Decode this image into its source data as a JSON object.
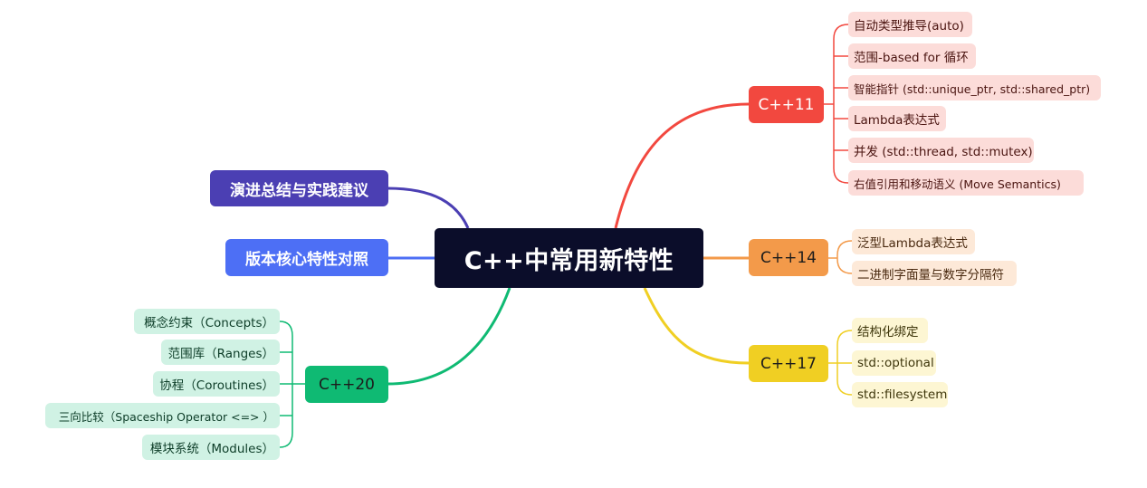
{
  "root": {
    "label": "C++中常用新特性"
  },
  "colors": {
    "root": "#0b0d2a",
    "cpp11": "#f2483f",
    "cpp11_leaf": "#fcdcd9",
    "cpp14": "#f39a4a",
    "cpp14_leaf": "#fde9d8",
    "cpp17": "#f0cf23",
    "cpp17_leaf": "#fdf6d3",
    "cpp20": "#0fba73",
    "cpp20_leaf": "#d0f2e4",
    "summary": "#4b3fb3",
    "compare": "#4d6ff5"
  },
  "branches": {
    "cpp11": {
      "label": "C++11",
      "items": [
        "自动类型推导(auto)",
        "范围-based for 循环",
        "智能指针 (std::unique_ptr, std::shared_ptr)",
        "Lambda表达式",
        "并发 (std::thread, std::mutex)",
        "右值引用和移动语义 (Move Semantics)"
      ]
    },
    "cpp14": {
      "label": "C++14",
      "items": [
        "泛型Lambda表达式",
        "二进制字面量与数字分隔符"
      ]
    },
    "cpp17": {
      "label": "C++17",
      "items": [
        "结构化绑定",
        "std::optional",
        "std::filesystem"
      ]
    },
    "cpp20": {
      "label": "C++20",
      "items": [
        "概念约束（Concepts）",
        "范围库（Ranges）",
        "协程（Coroutines）",
        "三向比较（Spaceship Operator <=> ）",
        "模块系统（Modules）"
      ]
    },
    "summary": {
      "label": "演进总结与实践建议"
    },
    "compare": {
      "label": "版本核心特性对照"
    }
  }
}
